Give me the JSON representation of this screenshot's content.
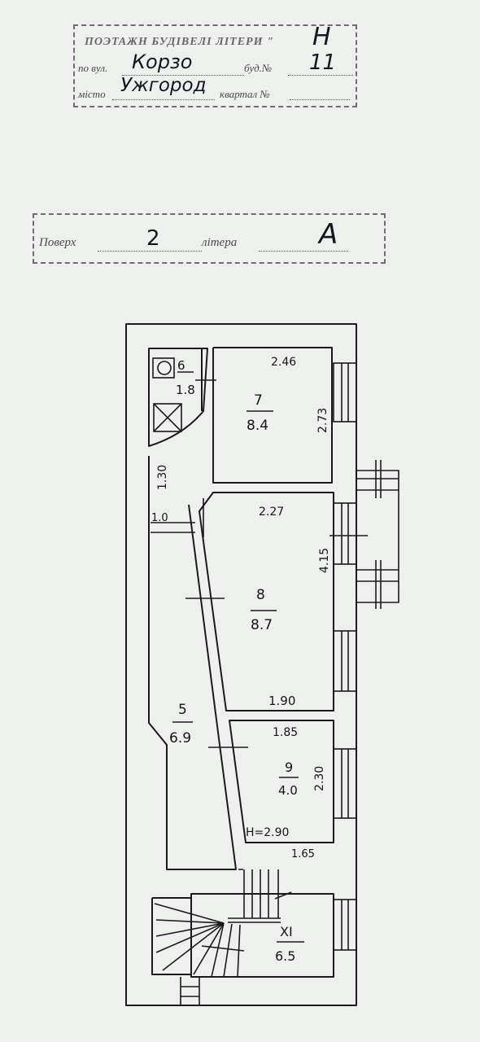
{
  "stamp_top": {
    "header": "ПОЭТАЖН БУДІВЕЛІ ЛІТЕРИ \"",
    "letter": "Н",
    "street_label": "по вул.",
    "street_value": "Корзо",
    "house_label": "буд.№",
    "house_value": "11",
    "city_label": "місто",
    "city_value": "Ужгород",
    "quarter_label": "квартал №",
    "quarter_value": ""
  },
  "stamp_floor": {
    "floor_label": "Поверх",
    "floor_value": "2",
    "letter_label": "літера",
    "letter_value": "А"
  },
  "rooms": [
    {
      "number": "6",
      "area": "1.8"
    },
    {
      "number": "7",
      "area": "8.4"
    },
    {
      "number": "8",
      "area": "8.7"
    },
    {
      "number": "5",
      "area": "6.9"
    },
    {
      "number": "9",
      "area": "4.0"
    },
    {
      "number": "XI",
      "area": "6.5"
    }
  ],
  "dimensions": {
    "r7_width": "2.46",
    "r7_depth": "2.73",
    "corridor_130": "1.30",
    "corridor_10": "1.0",
    "r8_top": "2.27",
    "r8_depth": "4.15",
    "r8_bottom": "1.90",
    "r9_top": "1.85",
    "r9_depth": "2.30",
    "height": "H=2.90",
    "r9_bottom": "1.65"
  },
  "colors": {
    "ink": "#151515",
    "paper": "#eef0ee",
    "stamp_border": "#6e6e6e"
  }
}
